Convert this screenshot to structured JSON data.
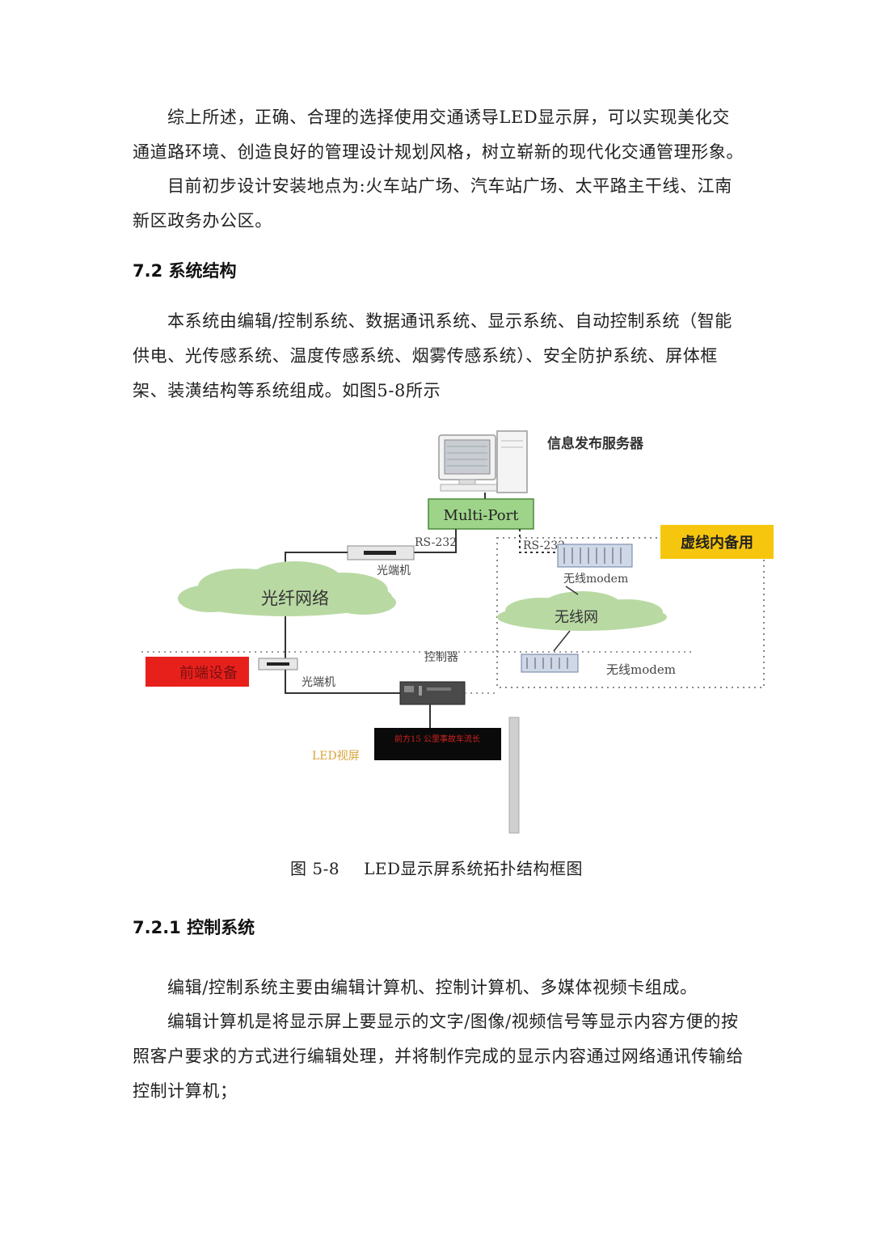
{
  "paragraphs": {
    "p1": "综上所述，正确、合理的选择使用交通诱导LED显示屏，可以实现美化交通道路环境、创造良好的管理设计规划风格，树立崭新的现代化交通管理形象。",
    "p2": "目前初步设计安装地点为:火车站广场、汽车站广场、太平路主干线、江南新区政务办公区。",
    "p3": "本系统由编辑/控制系统、数据通讯系统、显示系统、自动控制系统（智能供电、光传感系统、温度传感系统、烟雾传感系统）、安全防护系统、屏体框架、装潢结构等系统组成。如图5-8所示",
    "p4": "编辑/控制系统主要由编辑计算机、控制计算机、多媒体视频卡组成。",
    "p5": "编辑计算机是将显示屏上要显示的文字/图像/视频信号等显示内容方便的按照客户要求的方式进行编辑处理，并将制作完成的显示内容通过网络通讯传输给控制计算机；"
  },
  "headings": {
    "h1": "7.2 系统结构",
    "h2": "7.2.1 控制系统"
  },
  "figure": {
    "caption_number": "图 5-8",
    "caption_title": "LED显示屏系统拓扑结构框图",
    "labels": {
      "server": "信息发布服务器",
      "multiport": "Multi-Port",
      "rs232_left": "RS-232",
      "rs232_right": "RS-232",
      "optical_terminal_top": "光端机",
      "fiber_network": "光纤网络",
      "backup": "虚线内备用",
      "wireless_modem_top": "无线modem",
      "wireless_network": "无线网",
      "controller": "控制器",
      "frontend": "前端设备",
      "optical_terminal_bottom": "光端机",
      "wireless_modem_bottom": "无线modem",
      "led_screen": "LED视屏",
      "led_text": "前方15 公里事故车流长"
    },
    "colors": {
      "multiport_fill": "#9ed48a",
      "cloud_fill": "#b9d9a3",
      "backup_fill": "#f6c60f",
      "frontend_fill": "#e8201c",
      "led_screen_fill": "#0a0a0a",
      "led_text_color": "#d22020",
      "led_label_color": "#d9a33a"
    }
  }
}
